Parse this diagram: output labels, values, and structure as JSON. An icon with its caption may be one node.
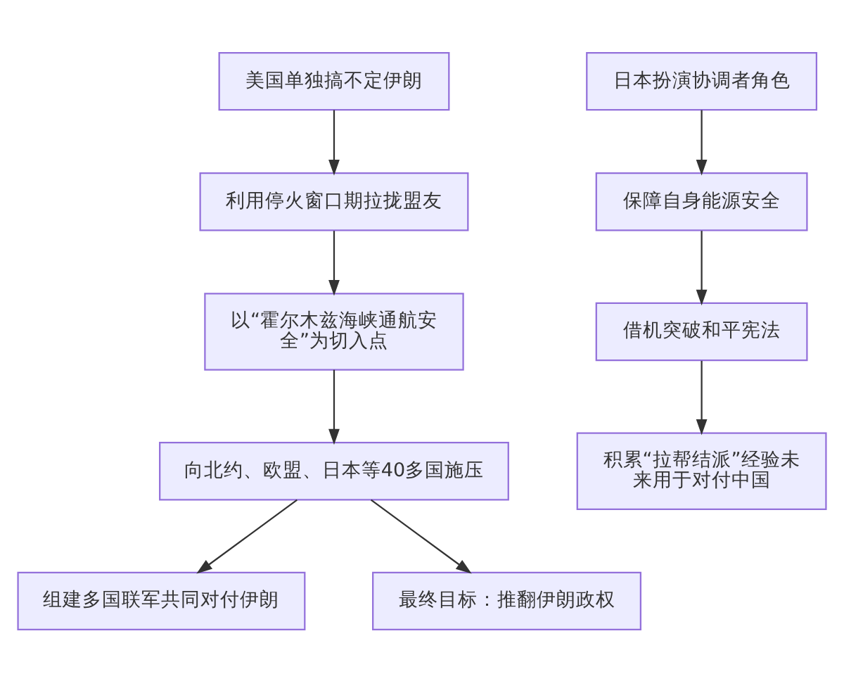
{
  "diagram": {
    "nodes": [
      {
        "text": [
          "美国单独搞不定伊朗"
        ]
      },
      {
        "text": [
          "利用停火窗口期拉拢盟友"
        ]
      },
      {
        "text": [
          "以“霍尔木兹海峡通航安全”为切入点"
        ]
      },
      {
        "text": [
          "向北约、欧盟、日本等40多国施压"
        ]
      },
      {
        "text": [
          "组建多国联军共同对付伊朗"
        ]
      },
      {
        "text": [
          "最终目标：推翻伊朗政权"
        ]
      },
      {
        "text": [
          "日本扮演协调者角色"
        ]
      },
      {
        "text": [
          "保障自身能源安全"
        ]
      },
      {
        "text": [
          "借机突破和平宪法"
        ]
      },
      {
        "text": [
          "积累“拉帮结派”经验未来用于对付中国"
        ]
      }
    ],
    "edges": [
      {
        "from": 0,
        "to": 1,
        "arrow": "to"
      },
      {
        "from": 1,
        "to": 2,
        "arrow": "to"
      },
      {
        "from": 2,
        "to": 3,
        "arrow": "to"
      },
      {
        "from": 3,
        "to": 4,
        "arrow": "to"
      },
      {
        "from": 3,
        "to": 5,
        "arrow": "to"
      },
      {
        "from": 6,
        "to": 7,
        "arrow": "to"
      },
      {
        "from": 7,
        "to": 8,
        "arrow": "to"
      },
      {
        "from": 8,
        "to": 9,
        "arrow": "to"
      }
    ]
  }
}
